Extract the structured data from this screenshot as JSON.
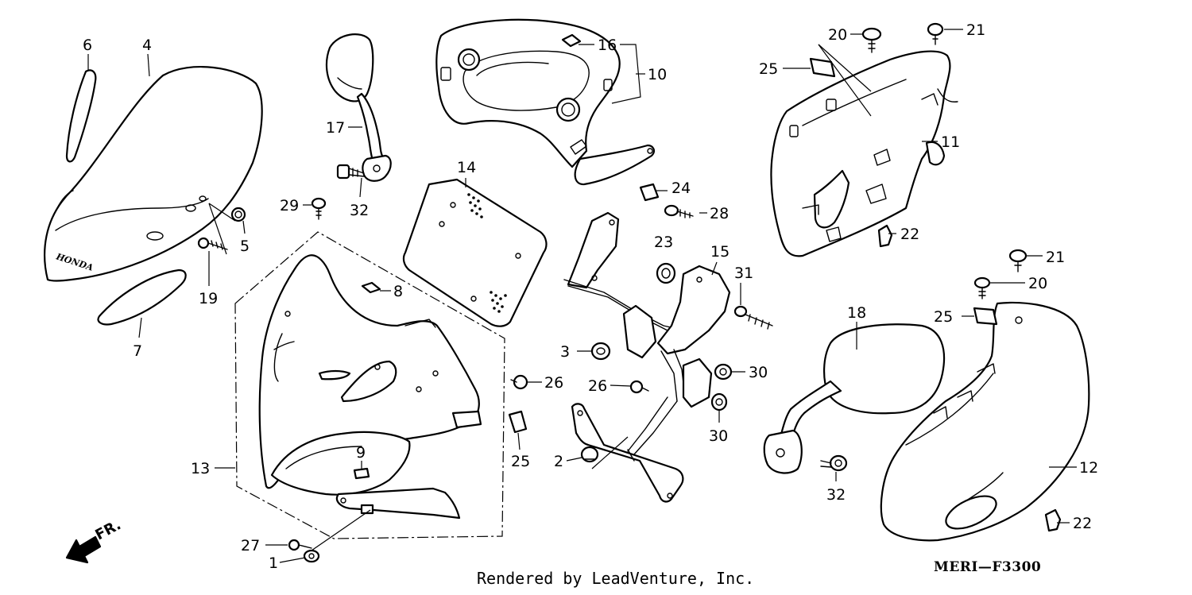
{
  "callouts": {
    "c6": "6",
    "c4": "4",
    "c17": "17",
    "c16": "16",
    "c10": "10",
    "c20a": "20",
    "c21a": "21",
    "c25a": "25",
    "c11": "11",
    "c22a": "22",
    "c29": "29",
    "c32a": "32",
    "c14": "14",
    "c24": "24",
    "c28": "28",
    "c5": "5",
    "c19": "19",
    "c23": "23",
    "c15": "15",
    "c31": "31",
    "c21b": "21",
    "c20b": "20",
    "c7": "7",
    "c8": "8",
    "c18": "18",
    "c25b": "25",
    "c3": "3",
    "c30a": "30",
    "c26a": "26",
    "c26b": "26",
    "c30b": "30",
    "c25c": "25",
    "c13": "13",
    "c9": "9",
    "c2": "2",
    "c12": "12",
    "c32b": "32",
    "c22b": "22",
    "c27": "27",
    "c1": "1"
  },
  "brand_text": "HONDA",
  "arrow_label": "FR.",
  "footer": "Rendered by LeadVenture, Inc.",
  "diagram_code": "MERI—F3300"
}
